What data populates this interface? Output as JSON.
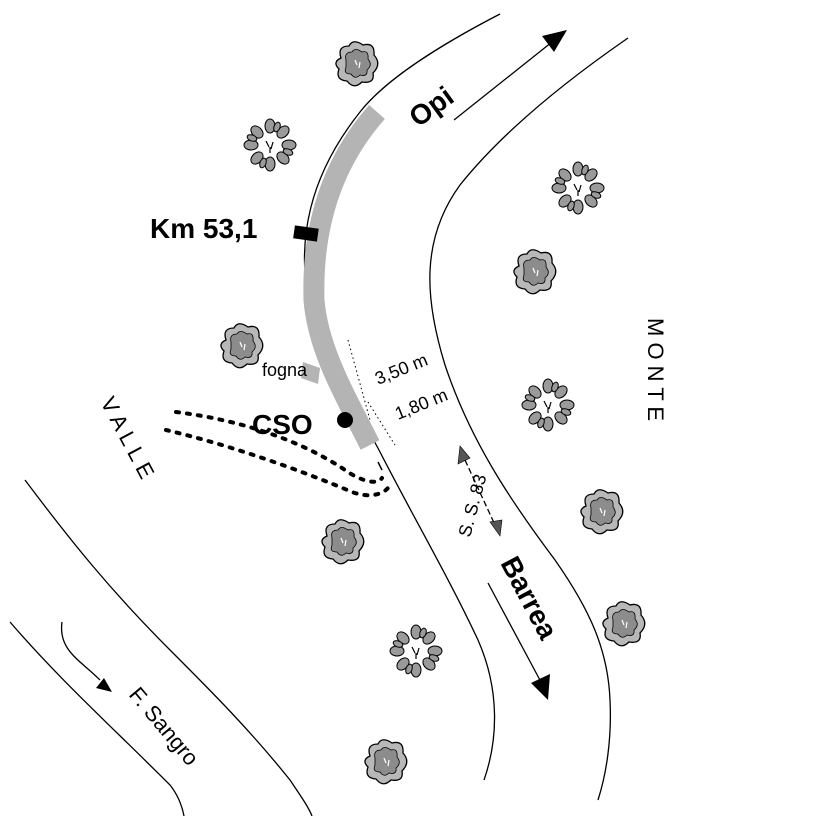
{
  "labels": {
    "opi": "Opi",
    "km": "Km 53,1",
    "fogna": "fogna",
    "cso": "CSO",
    "dist1": "3,50 m",
    "dist2": "1,80 m",
    "road": "S. S. 83",
    "barrea": "Barrea",
    "valle": "V A L L E",
    "monte": "M O N T E",
    "river": "F. Sangro"
  },
  "colors": {
    "line": "#000000",
    "road_highlight": "#b4b4b4",
    "tree_fill": "#9a9a9a",
    "tree_light": "#c8c8c8"
  },
  "icons": {
    "tree": "tree-icon",
    "shrub": "shrub-icon",
    "arrow": "arrow-icon",
    "manhole": "manhole-icon",
    "marker": "km-marker-icon"
  }
}
